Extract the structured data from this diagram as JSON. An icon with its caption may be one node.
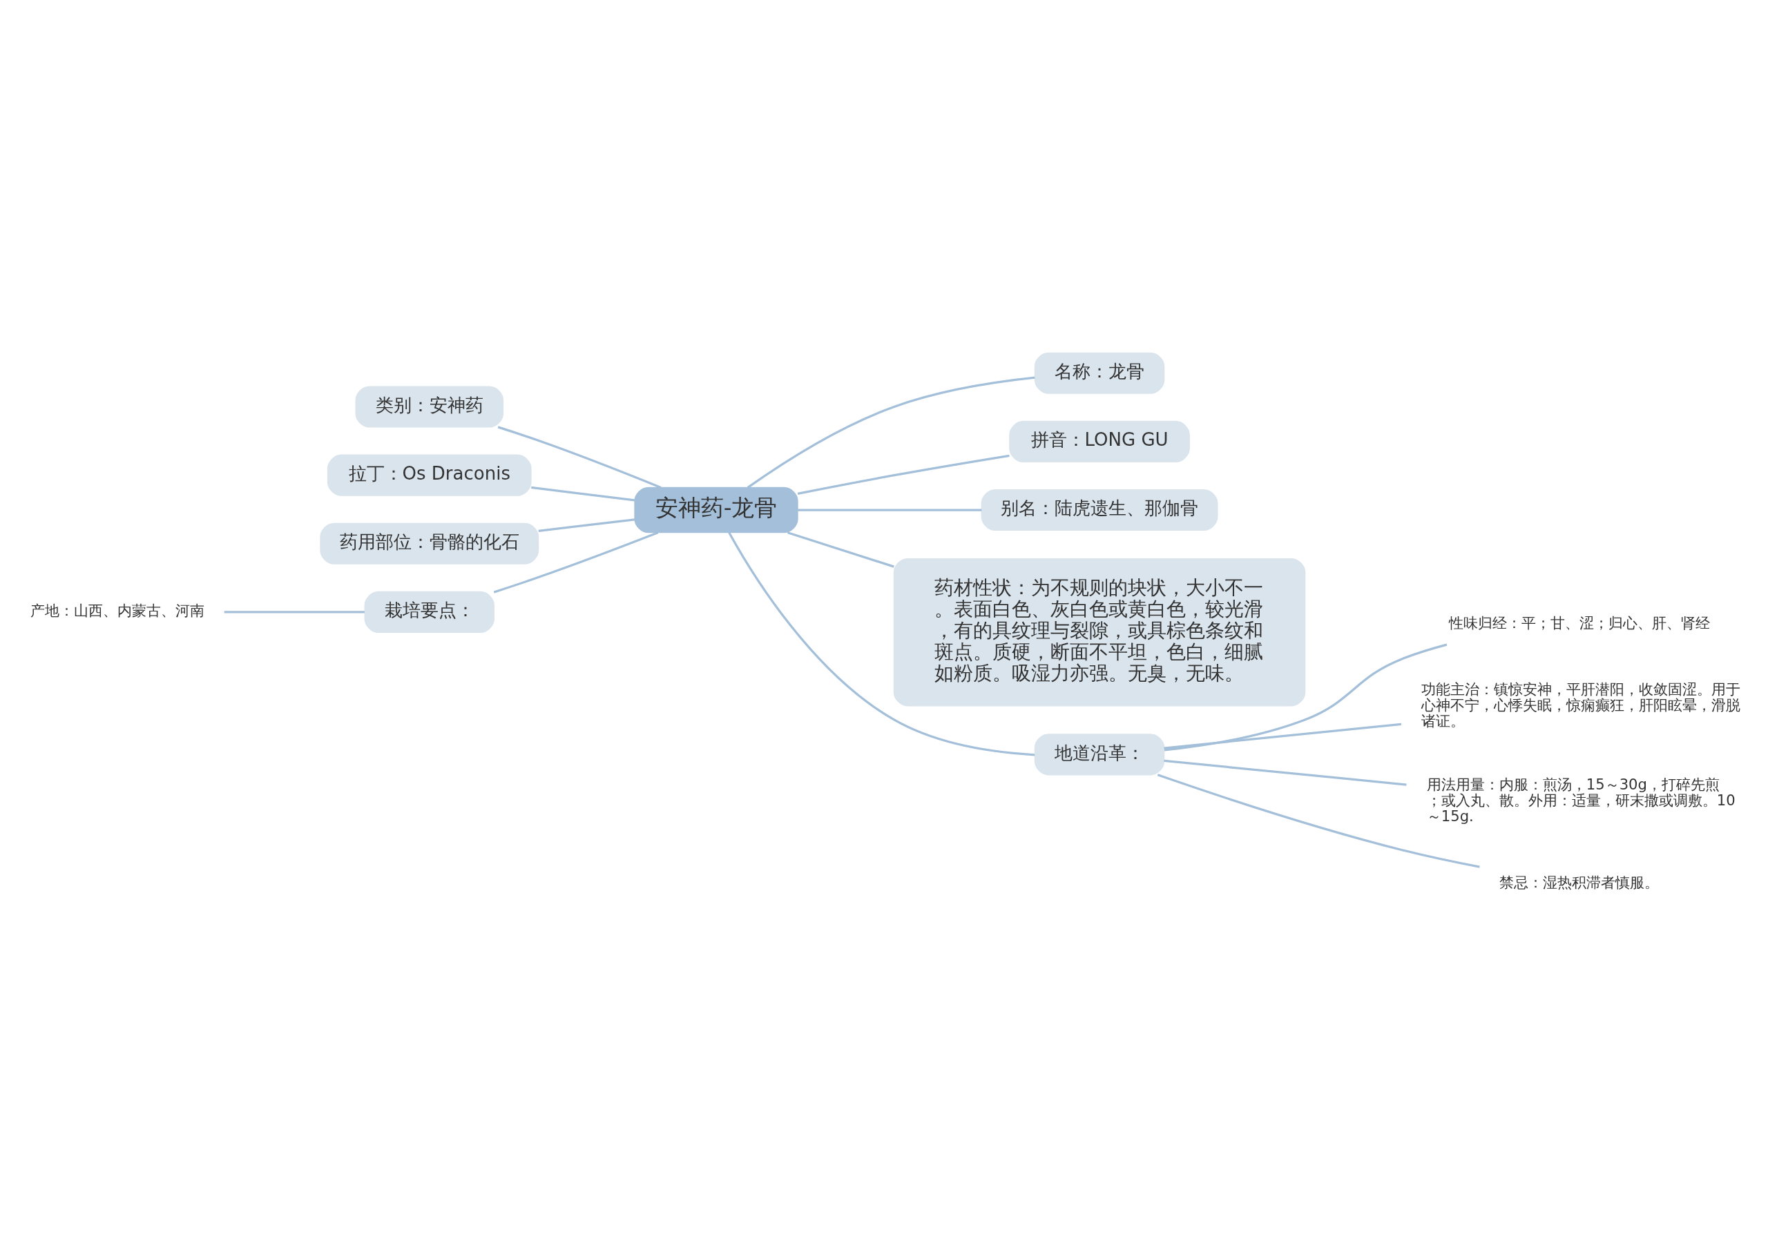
{
  "diagram": {
    "nodes": [
      {
        "text": [
          "安神药-龙骨"
        ]
      },
      {
        "text": [
          "名称：龙骨"
        ]
      },
      {
        "text": [
          "拼音：LONG GU"
        ]
      },
      {
        "text": [
          "别名：陆虎遗生、那伽骨"
        ]
      },
      {
        "text": [
          "药材性状：为不规则的块状，大小不一。表面白色、灰白色或黄白色，较光滑，有的具纹理与裂隙，或具棕色条纹和斑点。质硬，断面不平坦，色白，细腻如粉质。吸湿力亦强。无臭，无味。"
        ]
      },
      {
        "text": [
          "地道沿革："
        ]
      },
      {
        "text": [
          "性味归经：平；甘、涩；归心、肝、肾经"
        ]
      },
      {
        "text": [
          "功能主治：镇惊安神，平肝潜阳，收敛固涩。用于心神不宁，心悸失眠，惊痫癫狂，肝阳眩晕，滑脱诸证。"
        ]
      },
      {
        "text": [
          "用法用量：内服：煎汤，15～30g，打碎先煎；或入丸、散。外用：适量，研末撒或调敷。10～15g."
        ]
      },
      {
        "text": [
          "禁忌：湿热积滞者慎服。"
        ]
      },
      {
        "text": [
          "类别：安神药"
        ]
      },
      {
        "text": [
          "拉丁：Os Draconis"
        ]
      },
      {
        "text": [
          "药用部位：骨骼的化石"
        ]
      },
      {
        "text": [
          "栽培要点："
        ]
      },
      {
        "text": [
          "产地：山西、内蒙古、河南"
        ]
      }
    ],
    "edges": [
      {
        "from": 0,
        "to": 1,
        "arrow": "none"
      },
      {
        "from": 0,
        "to": 2,
        "arrow": "none"
      },
      {
        "from": 0,
        "to": 3,
        "arrow": "none"
      },
      {
        "from": 0,
        "to": 4,
        "arrow": "none"
      },
      {
        "from": 0,
        "to": 5,
        "arrow": "none"
      },
      {
        "from": 5,
        "to": 6,
        "arrow": "none"
      },
      {
        "from": 5,
        "to": 7,
        "arrow": "none"
      },
      {
        "from": 5,
        "to": 8,
        "arrow": "none"
      },
      {
        "from": 5,
        "to": 9,
        "arrow": "none"
      },
      {
        "from": 0,
        "to": 10,
        "arrow": "none"
      },
      {
        "from": 0,
        "to": 11,
        "arrow": "none"
      },
      {
        "from": 0,
        "to": 12,
        "arrow": "none"
      },
      {
        "from": 0,
        "to": 13,
        "arrow": "none"
      },
      {
        "from": 13,
        "to": 14,
        "arrow": "none"
      }
    ]
  }
}
